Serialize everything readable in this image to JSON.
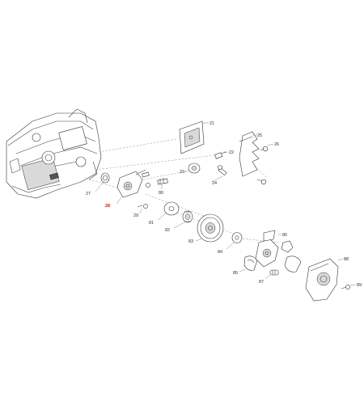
{
  "labels": {
    "l21": "21",
    "l22": "22",
    "l23": "23",
    "l24": "24",
    "l25": "25",
    "l26": "26",
    "l27": "27",
    "l28": "28",
    "l29": "29",
    "l80": "80",
    "l81": "81",
    "l82": "82",
    "l83": "83",
    "l84": "84",
    "l85": "85",
    "l86": "86",
    "l87": "87",
    "l88": "88",
    "l89": "89"
  },
  "colors": {
    "highlight": "#d01818",
    "line": "#333333"
  }
}
